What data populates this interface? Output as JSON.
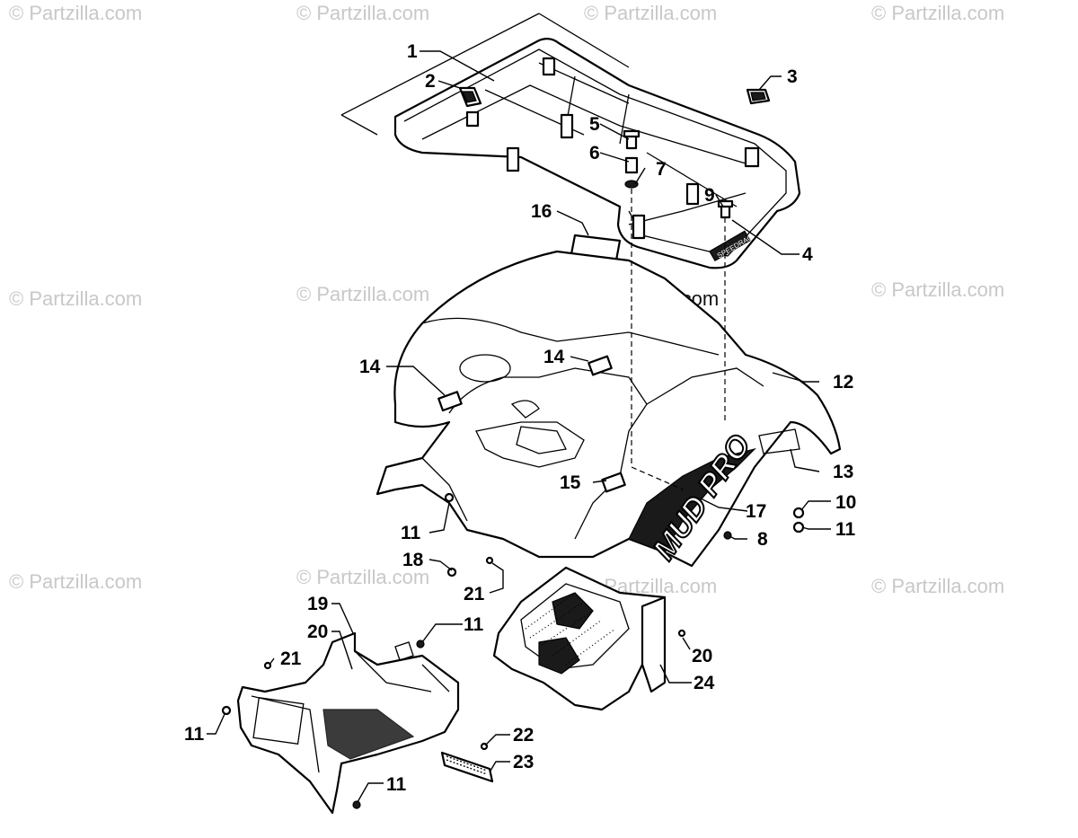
{
  "watermarks": {
    "text": "© Partzilla.com",
    "center_text": "© Partzilla.com"
  },
  "decals": {
    "fender_logo": "MUD PRO",
    "rack_logo": "SPEEDRACK"
  },
  "callouts": [
    {
      "id": "c1",
      "label": "1"
    },
    {
      "id": "c2",
      "label": "2"
    },
    {
      "id": "c3",
      "label": "3"
    },
    {
      "id": "c4",
      "label": "4"
    },
    {
      "id": "c5",
      "label": "5"
    },
    {
      "id": "c6",
      "label": "6"
    },
    {
      "id": "c7",
      "label": "7"
    },
    {
      "id": "c8",
      "label": "8"
    },
    {
      "id": "c9",
      "label": "9"
    },
    {
      "id": "c10",
      "label": "10"
    },
    {
      "id": "c11a",
      "label": "11"
    },
    {
      "id": "c11b",
      "label": "11"
    },
    {
      "id": "c11c",
      "label": "11"
    },
    {
      "id": "c11d",
      "label": "11"
    },
    {
      "id": "c11e",
      "label": "11"
    },
    {
      "id": "c12",
      "label": "12"
    },
    {
      "id": "c13",
      "label": "13"
    },
    {
      "id": "c14a",
      "label": "14"
    },
    {
      "id": "c14b",
      "label": "14"
    },
    {
      "id": "c15",
      "label": "15"
    },
    {
      "id": "c16",
      "label": "16"
    },
    {
      "id": "c17",
      "label": "17"
    },
    {
      "id": "c18",
      "label": "18"
    },
    {
      "id": "c19",
      "label": "19"
    },
    {
      "id": "c20a",
      "label": "20"
    },
    {
      "id": "c20b",
      "label": "20"
    },
    {
      "id": "c21a",
      "label": "21"
    },
    {
      "id": "c21b",
      "label": "21"
    },
    {
      "id": "c22",
      "label": "22"
    },
    {
      "id": "c23",
      "label": "23"
    },
    {
      "id": "c24",
      "label": "24"
    }
  ]
}
